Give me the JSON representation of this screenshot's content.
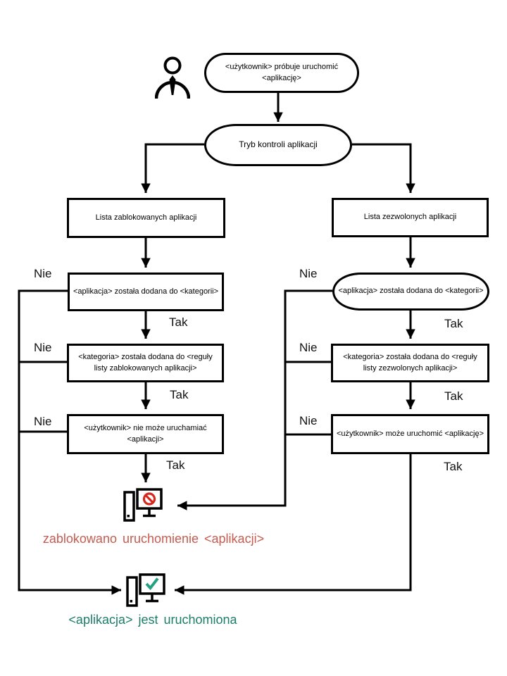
{
  "diagram": {
    "nodes": {
      "user_tries": "<użytkownik> próbuje uruchomić <aplikację>",
      "control_mode": "Tryb kontroli aplikacji",
      "blocked_list": "Lista zablokowanych aplikacji",
      "allowed_list": "Lista zezwolonych aplikacji",
      "app_added_category_left": "<aplikacja> została dodana do <kategorii>",
      "app_added_category_right": "<aplikacja> została dodana do <kategorii>",
      "category_added_blocklist": "<kategoria> została dodana do <reguły listy zablokowanych aplikacji>",
      "category_added_allowlist": "<kategoria> została dodana do <reguły listy zezwolonych aplikacji>",
      "user_cannot_run": "<użytkownik> nie może uruchamiać <aplikacji>",
      "user_can_run": "<użytkownik> może uruchomić <aplikację>"
    },
    "labels": {
      "yes": "Tak",
      "no": "Nie"
    },
    "captions": {
      "blocked": "zablokowano uruchomienie <aplikacji>",
      "running": "<aplikacja> jest uruchomiona"
    },
    "icons": {
      "actor": "person-icon",
      "blocked_pc": "computer-blocked-icon",
      "running_pc": "computer-running-icon"
    },
    "colors": {
      "line": "#000000",
      "blocked_text": "#c75b51",
      "running_text": "#1d7e6a",
      "prohibition": "#d6281e",
      "check": "#23a184"
    }
  }
}
